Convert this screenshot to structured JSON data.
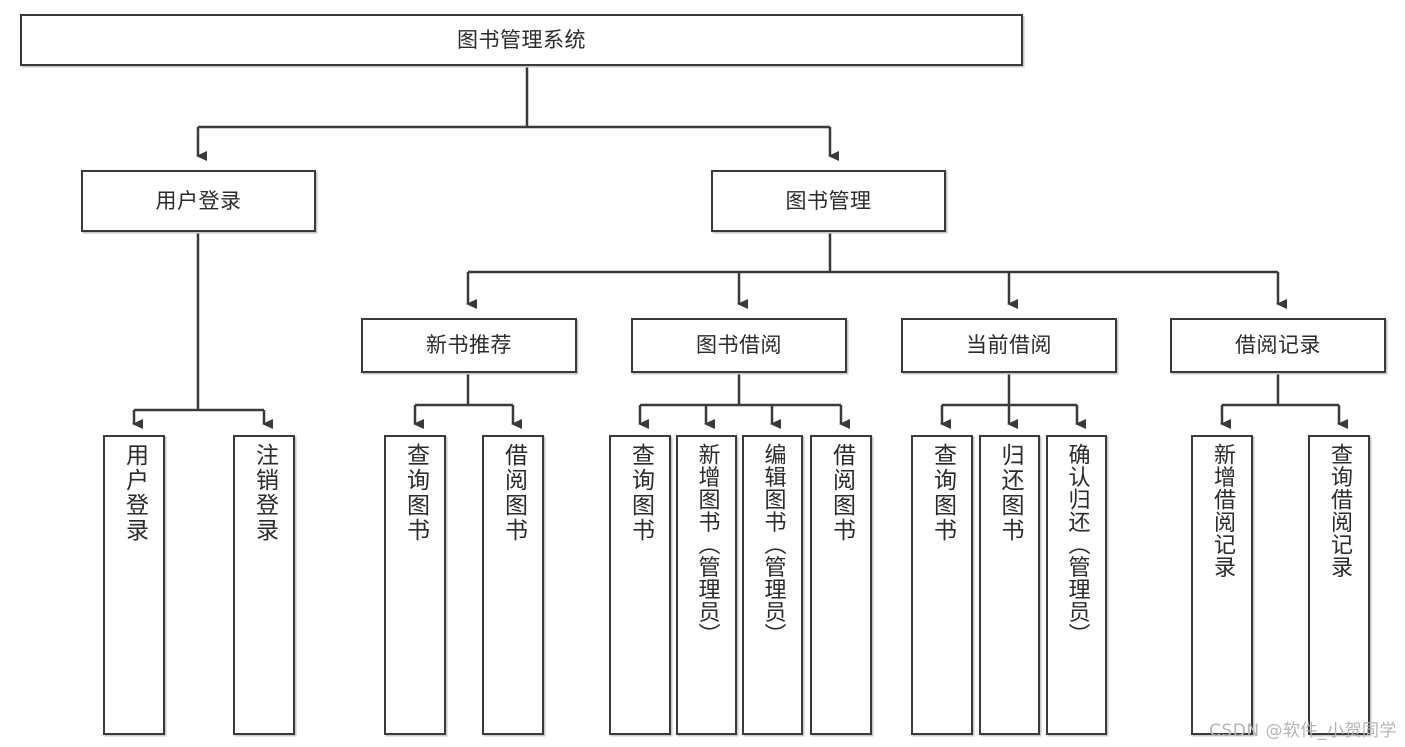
{
  "diagram": {
    "title": "图书管理系统",
    "watermark": "CSDN @软件_小贺同学",
    "colors": {
      "background": "#ffffff",
      "node_border": "#3a3a3a",
      "node_fill": "#ffffff",
      "edge": "#3a3a3a",
      "text": "#2b2b2b",
      "watermark": "#b5b5b5",
      "shadow": "#c9c9c9"
    },
    "root": {
      "label": "图书管理系统"
    },
    "level2": [
      {
        "label": "用户登录"
      },
      {
        "label": "图书管理"
      }
    ],
    "level3": [
      {
        "label": "新书推荐"
      },
      {
        "label": "图书借阅"
      },
      {
        "label": "当前借阅"
      },
      {
        "label": "借阅记录"
      }
    ],
    "leaves": {
      "user_login": [
        {
          "label": "用户登录"
        },
        {
          "label": "注销登录"
        }
      ],
      "new_book_recommend": [
        {
          "label": "查询图书"
        },
        {
          "label": "借阅图书"
        }
      ],
      "book_borrow": [
        {
          "label": "查询图书"
        },
        {
          "label": "新增图书（管理员）"
        },
        {
          "label": "编辑图书（管理员）"
        },
        {
          "label": "借阅图书"
        }
      ],
      "current_borrow": [
        {
          "label": "查询图书"
        },
        {
          "label": "归还图书"
        },
        {
          "label": "确认归还（管理员）"
        }
      ],
      "borrow_record": [
        {
          "label": "新增借阅记录"
        },
        {
          "label": "查询借阅记录"
        }
      ]
    }
  },
  "chart_data": {
    "type": "tree-diagram",
    "title": "图书管理系统",
    "orientation": "top-down",
    "levels": 4,
    "nodes": [
      {
        "id": "root",
        "label": "图书管理系统",
        "level": 0,
        "parent": null
      },
      {
        "id": "user-login",
        "label": "用户登录",
        "level": 1,
        "parent": "root"
      },
      {
        "id": "book-manage",
        "label": "图书管理",
        "level": 1,
        "parent": "root"
      },
      {
        "id": "user-login-leaf",
        "label": "用户登录",
        "level": 2,
        "parent": "user-login"
      },
      {
        "id": "logout-leaf",
        "label": "注销登录",
        "level": 2,
        "parent": "user-login"
      },
      {
        "id": "new-book",
        "label": "新书推荐",
        "level": 2,
        "parent": "book-manage"
      },
      {
        "id": "book-borrow",
        "label": "图书借阅",
        "level": 2,
        "parent": "book-manage"
      },
      {
        "id": "current-borrow",
        "label": "当前借阅",
        "level": 2,
        "parent": "book-manage"
      },
      {
        "id": "borrow-record",
        "label": "借阅记录",
        "level": 2,
        "parent": "book-manage"
      },
      {
        "id": "nb-query",
        "label": "查询图书",
        "level": 3,
        "parent": "new-book"
      },
      {
        "id": "nb-borrow",
        "label": "借阅图书",
        "level": 3,
        "parent": "new-book"
      },
      {
        "id": "bb-query",
        "label": "查询图书",
        "level": 3,
        "parent": "book-borrow"
      },
      {
        "id": "bb-add",
        "label": "新增图书（管理员）",
        "level": 3,
        "parent": "book-borrow"
      },
      {
        "id": "bb-edit",
        "label": "编辑图书（管理员）",
        "level": 3,
        "parent": "book-borrow"
      },
      {
        "id": "bb-borrow",
        "label": "借阅图书",
        "level": 3,
        "parent": "book-borrow"
      },
      {
        "id": "cb-query",
        "label": "查询图书",
        "level": 3,
        "parent": "current-borrow"
      },
      {
        "id": "cb-return",
        "label": "归还图书",
        "level": 3,
        "parent": "current-borrow"
      },
      {
        "id": "cb-confirm",
        "label": "确认归还（管理员）",
        "level": 3,
        "parent": "current-borrow"
      },
      {
        "id": "br-add",
        "label": "新增借阅记录",
        "level": 3,
        "parent": "borrow-record"
      },
      {
        "id": "br-query",
        "label": "查询借阅记录",
        "level": 3,
        "parent": "borrow-record"
      }
    ]
  }
}
